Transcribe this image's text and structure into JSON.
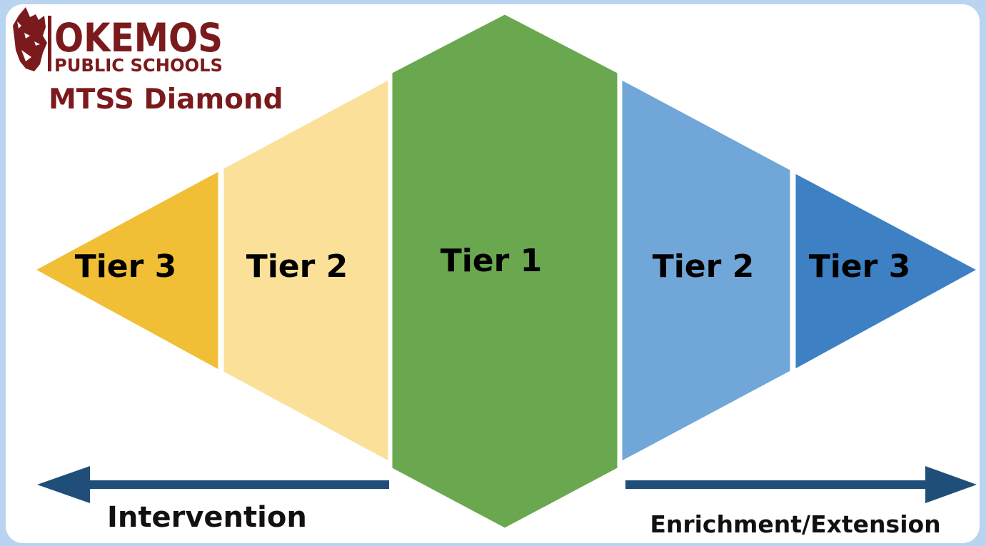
{
  "logo": {
    "name_line1": "OKEMOS",
    "name_line2": "PUBLIC SCHOOLS",
    "mascot_icon": "wolf-mascot-icon",
    "color": "#7b1a1c"
  },
  "subtitle": "MTSS Diamond",
  "tiers": {
    "left_outer": {
      "label": "Tier 3",
      "color": "#f0bf35"
    },
    "left_inner": {
      "label": "Tier 2",
      "color": "#fbe09a"
    },
    "center": {
      "label": "Tier 1",
      "color": "#6aa84f"
    },
    "right_inner": {
      "label": "Tier 2",
      "color": "#70a6d8"
    },
    "right_outer": {
      "label": "Tier 3",
      "color": "#3d80c3"
    }
  },
  "arrows": {
    "left": {
      "label": "Intervention",
      "icon": "arrow-left-icon",
      "color": "#1f4e79"
    },
    "right": {
      "label": "Enrichment/Extension",
      "icon": "arrow-right-icon",
      "color": "#1f4e79"
    }
  }
}
